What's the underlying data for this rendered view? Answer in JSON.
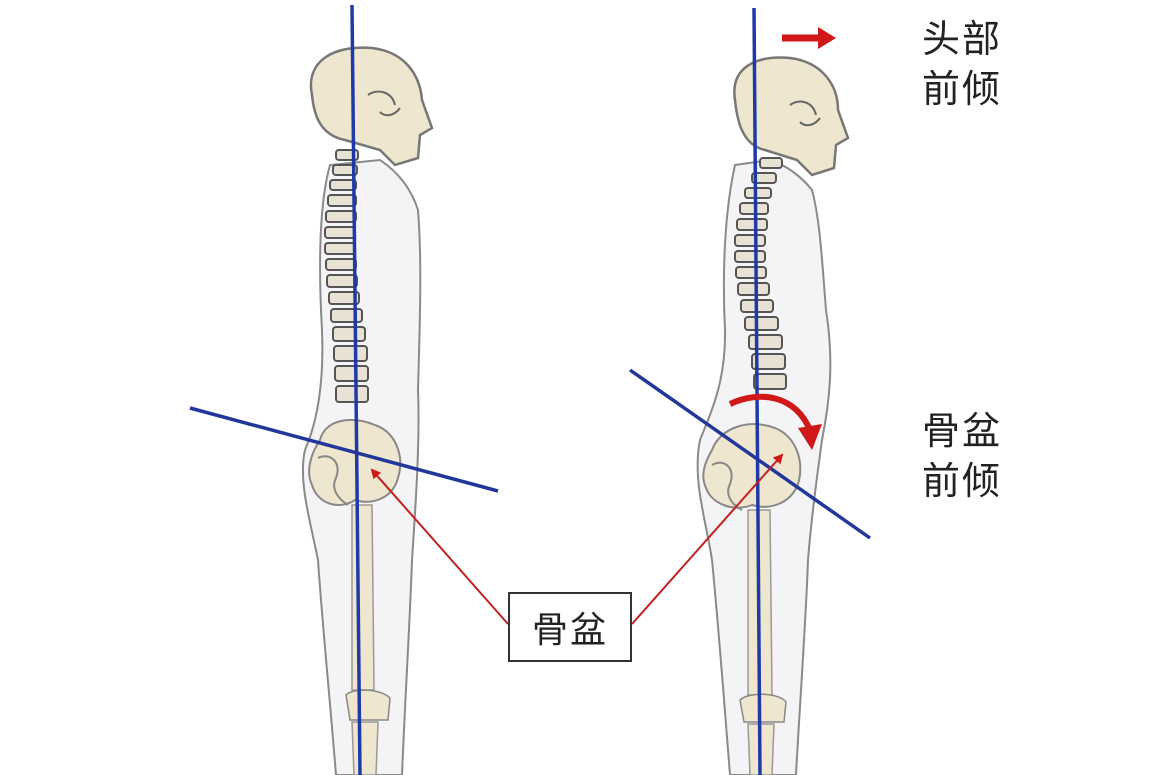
{
  "diagram": {
    "title": "Normal posture vs. anterior pelvic tilt",
    "figures": [
      {
        "id": "normal",
        "description": "Normal standing skeleton with vertical plumb line and pelvis line"
      },
      {
        "id": "tilted",
        "description": "Skeleton with forward head and anterior pelvic tilt"
      }
    ],
    "labels": {
      "head_forward_line1": "头部",
      "head_forward_line2": "前倾",
      "pelvis_tilt_line1": "骨盆",
      "pelvis_tilt_line2": "前倾",
      "pelvis_box": "骨盆"
    },
    "colors": {
      "plumb_line": "#1f3aa8",
      "pelvis_line": "#22379a",
      "arrow_red": "#d01818",
      "bone_fill": "#efe6cf",
      "body_outline": "#8a8a8a",
      "body_fill": "#f4f4f6"
    },
    "icons": {
      "head-forward-arrow": "arrow-right",
      "pelvis-rotation-arrow": "curved-arrow-clockwise"
    }
  }
}
